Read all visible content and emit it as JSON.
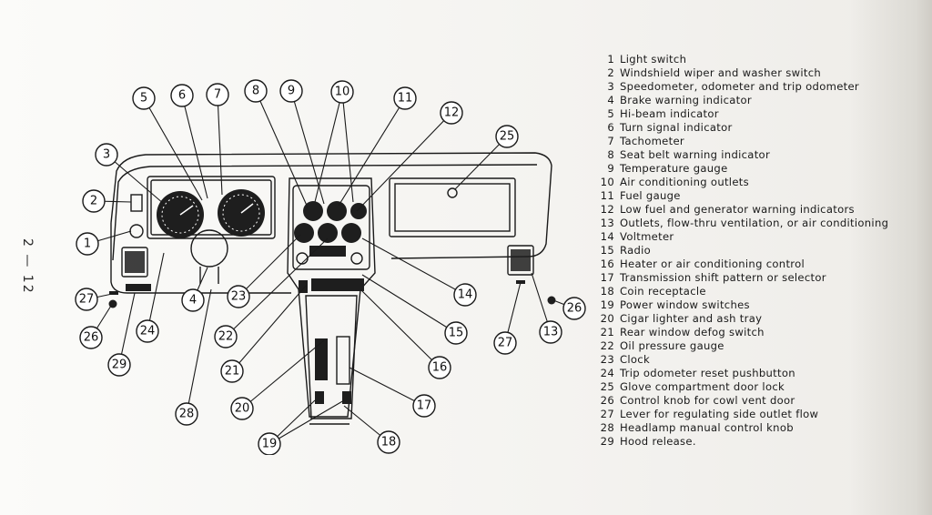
{
  "page_number": "2 — 12",
  "callout_numbers": [
    "1",
    "2",
    "3",
    "4",
    "5",
    "6",
    "7",
    "8",
    "9",
    "10",
    "11",
    "12",
    "13",
    "14",
    "15",
    "16",
    "17",
    "18",
    "19",
    "20",
    "21",
    "22",
    "23",
    "24",
    "25",
    "26",
    "27",
    "28",
    "29"
  ],
  "legend": [
    {
      "n": "1",
      "text": "Light switch"
    },
    {
      "n": "2",
      "text": "Windshield wiper and washer switch"
    },
    {
      "n": "3",
      "text": "Speedometer, odometer and trip odometer"
    },
    {
      "n": "4",
      "text": "Brake warning indicator"
    },
    {
      "n": "5",
      "text": "Hi-beam indicator"
    },
    {
      "n": "6",
      "text": "Turn signal indicator"
    },
    {
      "n": "7",
      "text": "Tachometer"
    },
    {
      "n": "8",
      "text": "Seat belt warning indicator"
    },
    {
      "n": "9",
      "text": "Temperature gauge"
    },
    {
      "n": "10",
      "text": "Air conditioning outlets"
    },
    {
      "n": "11",
      "text": "Fuel gauge"
    },
    {
      "n": "12",
      "text": "Low fuel and generator warning indicators"
    },
    {
      "n": "13",
      "text": "Outlets, flow-thru ventilation, or air conditioning"
    },
    {
      "n": "14",
      "text": "Voltmeter"
    },
    {
      "n": "15",
      "text": "Radio"
    },
    {
      "n": "16",
      "text": "Heater or air conditioning control"
    },
    {
      "n": "17",
      "text": "Transmission shift pattern or selector"
    },
    {
      "n": "18",
      "text": "Coin receptacle"
    },
    {
      "n": "19",
      "text": "Power window switches"
    },
    {
      "n": "20",
      "text": "Cigar lighter and ash tray"
    },
    {
      "n": "21",
      "text": "Rear window defog switch"
    },
    {
      "n": "22",
      "text": "Oil pressure gauge"
    },
    {
      "n": "23",
      "text": "Clock"
    },
    {
      "n": "24",
      "text": "Trip odometer reset pushbutton"
    },
    {
      "n": "25",
      "text": "Glove compartment door lock"
    },
    {
      "n": "26",
      "text": "Control knob for cowl vent door"
    },
    {
      "n": "27",
      "text": "Lever for regulating side outlet flow"
    },
    {
      "n": "28",
      "text": "Headlamp manual control knob"
    },
    {
      "n": "29",
      "text": "Hood release."
    }
  ]
}
